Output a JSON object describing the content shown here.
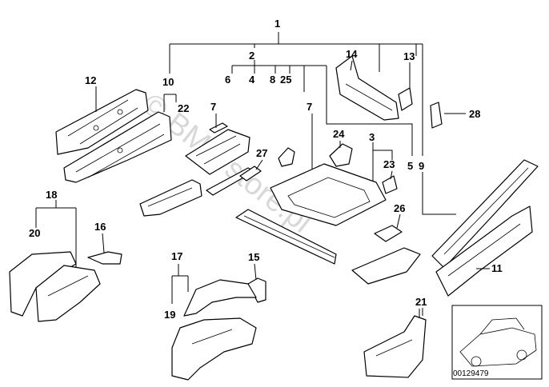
{
  "watermark": "© BMWstore.pl",
  "diagram_code": "00129479",
  "callouts": {
    "c1": "1",
    "c2": "2",
    "c3": "3",
    "c4": "4",
    "c5": "5",
    "c6": "6",
    "c7a": "7",
    "c7b": "7",
    "c8": "8",
    "c9": "9",
    "c10": "10",
    "c11": "11",
    "c12": "12",
    "c13": "13",
    "c14": "14",
    "c15": "15",
    "c16": "16",
    "c17": "17",
    "c18": "18",
    "c19": "19",
    "c20": "20",
    "c21": "21",
    "c22": "22",
    "c23": "23",
    "c24": "24",
    "c25": "25",
    "c26": "26",
    "c27": "27",
    "c28": "28"
  }
}
